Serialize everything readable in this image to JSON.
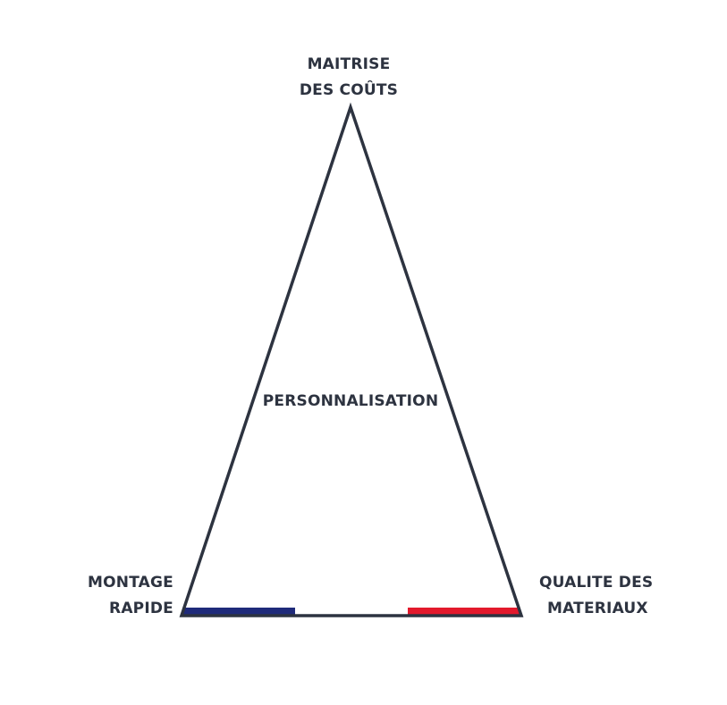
{
  "diagram": {
    "vertices": {
      "top": {
        "lines": [
          "MAITRISE",
          "DES COÛTS"
        ]
      },
      "bottom_left": {
        "lines": [
          "MONTAGE",
          "RAPIDE"
        ]
      },
      "bottom_right": {
        "lines": [
          "QUALITE DES",
          "MATERIAUX"
        ]
      }
    },
    "center": "PERSONNALISATION",
    "base_stripe_colors": [
      "#1f2a7a",
      "#ffffff",
      "#e3192c"
    ]
  },
  "colors": {
    "outline": "#2d3340",
    "text": "#2d3340",
    "background": "#ffffff"
  }
}
